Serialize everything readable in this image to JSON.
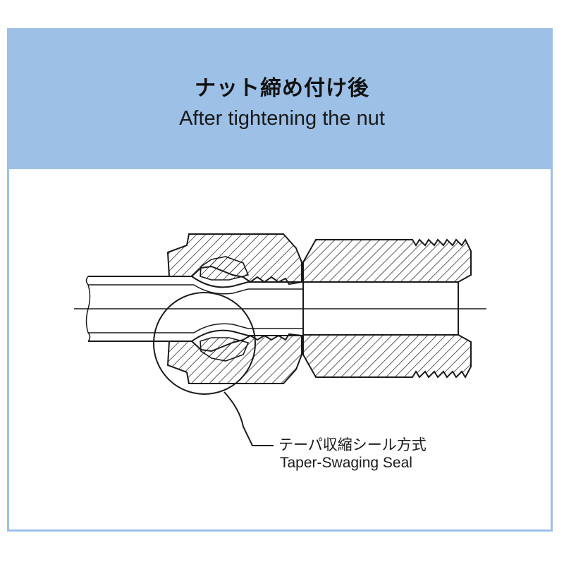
{
  "header": {
    "title_ja": "ナット締め付け後",
    "title_en": "After tightening the nut",
    "background": "#9dc0e6"
  },
  "callout": {
    "label_ja": "テーパ収縮シール方式",
    "label_en": "Taper-Swaging Seal"
  },
  "colors": {
    "frame": "#9dc0e6",
    "line": "#1a1a1a",
    "hatch": "#333333"
  }
}
